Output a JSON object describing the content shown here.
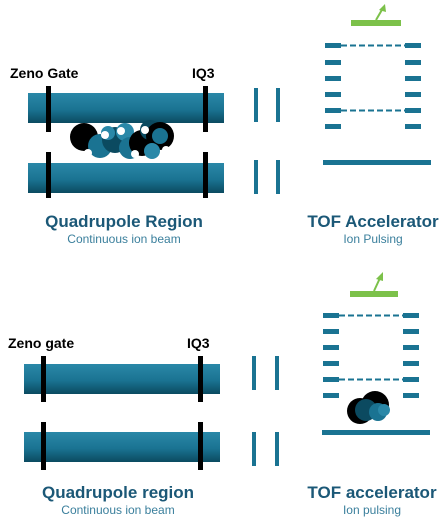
{
  "colors": {
    "rod": "#1a7392",
    "rod_dark": "#0b4a60",
    "title": "#1b5877",
    "subtitle": "#3a7f9c",
    "tof": "#1a7392",
    "detector": "#7cc14a",
    "gate": "#000000",
    "text": "#000000"
  },
  "panels": [
    {
      "zeno_label": "Zeno Gate",
      "iq3_label": "IQ3",
      "quad_title": "Quadrupole Region",
      "quad_subtitle": "Continuous ion beam",
      "tof_title": "TOF Accelerator",
      "tof_subtitle": "Ion Pulsing"
    },
    {
      "zeno_label": "Zeno gate",
      "iq3_label": "IQ3",
      "quad_title": "Quadrupole region",
      "quad_subtitle": "Continuous ion beam",
      "tof_title": "TOF accelerator",
      "tof_subtitle": "Ion pulsing"
    }
  ]
}
